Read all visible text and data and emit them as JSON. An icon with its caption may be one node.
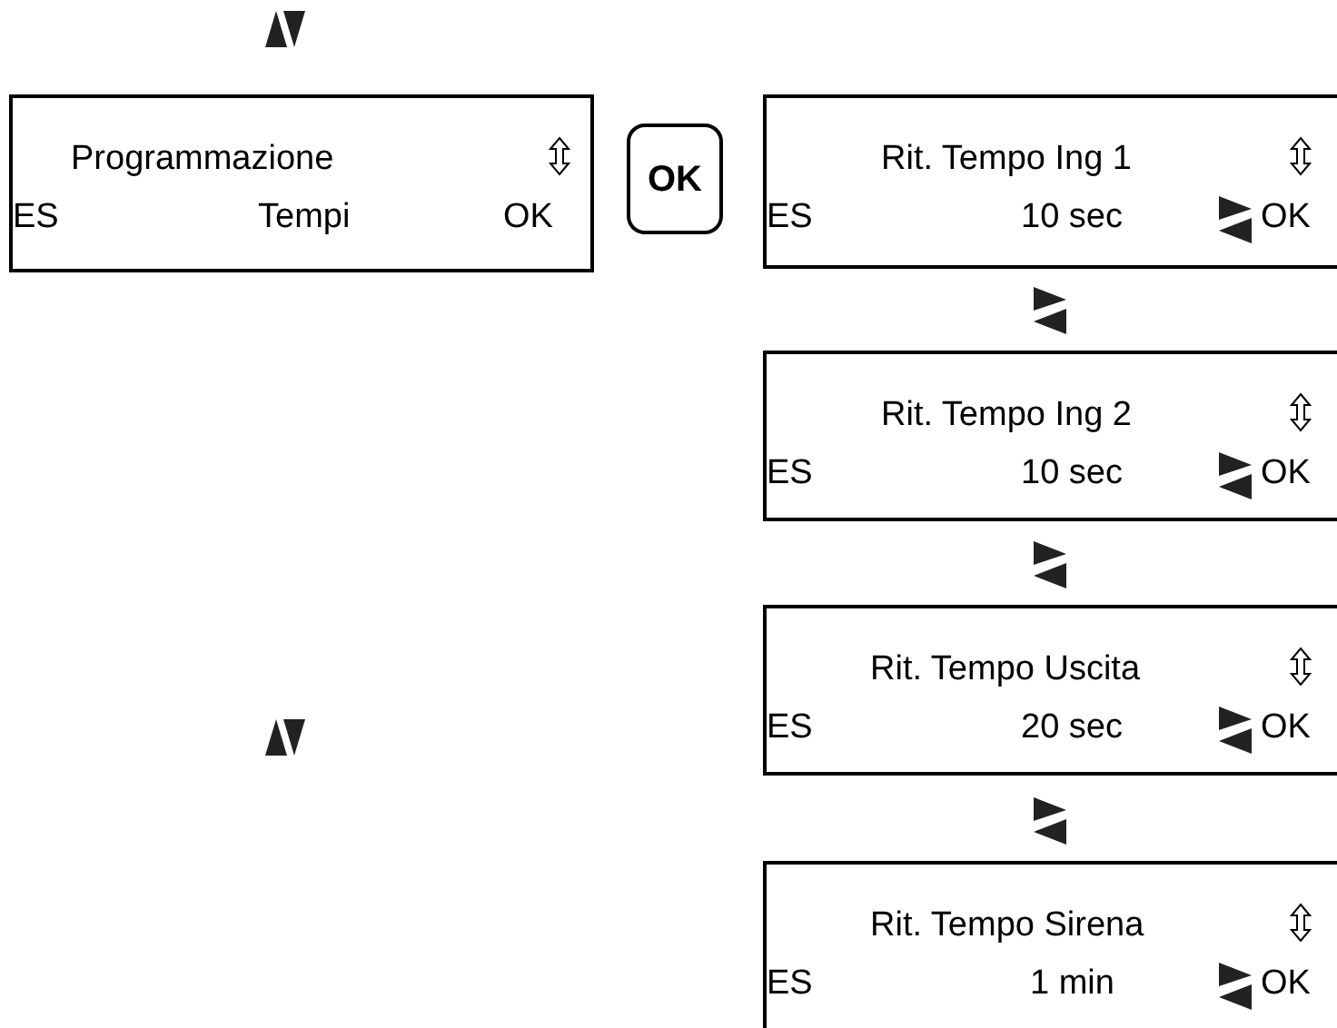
{
  "diagram": {
    "nodes": [
      {
        "text": [
          "Programmazione",
          "ES",
          "Tempi",
          "OK"
        ]
      },
      {
        "text": [
          "OK"
        ]
      },
      {
        "text": [
          "Rit. Tempo Ing 1",
          "ES",
          "10 sec",
          "OK"
        ]
      },
      {
        "text": [
          "Rit. Tempo Ing 2",
          "ES",
          "10 sec",
          "OK"
        ]
      },
      {
        "text": [
          "Rit. Tempo Uscita",
          "ES",
          "20 sec",
          "OK"
        ]
      },
      {
        "text": [
          "Rit. Tempo Sirena",
          "ES",
          "1 min",
          "OK"
        ]
      }
    ]
  }
}
